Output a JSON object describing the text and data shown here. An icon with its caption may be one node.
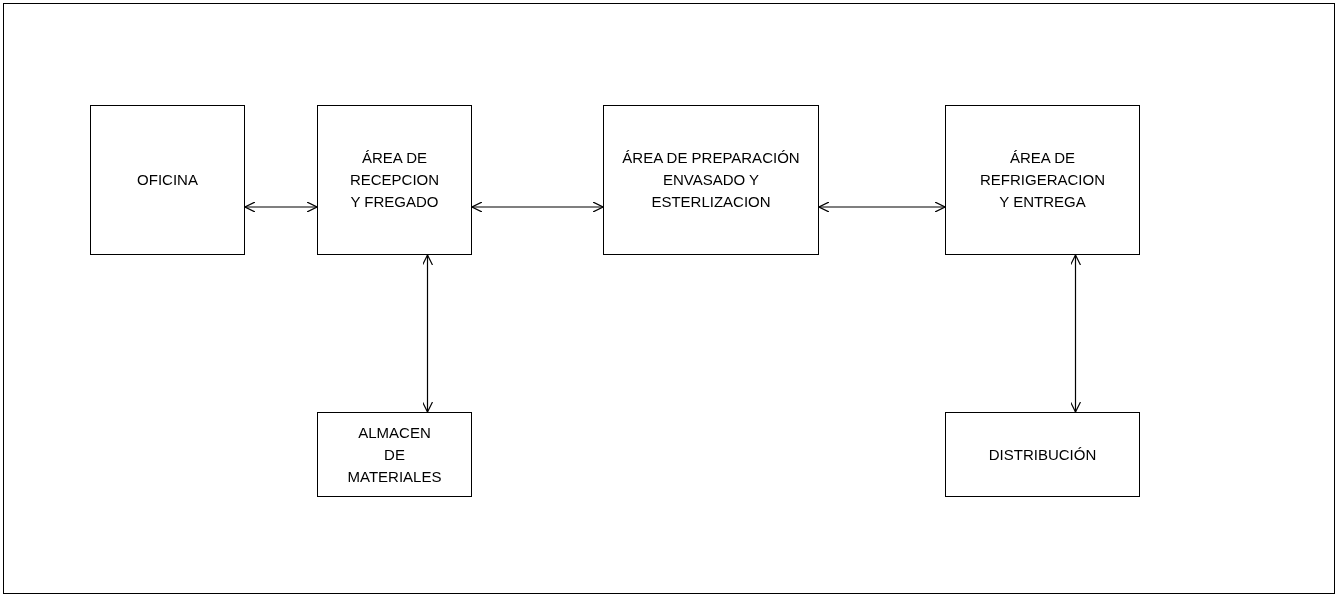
{
  "diagram": {
    "nodes": [
      {
        "text": [
          "OFICINA"
        ]
      },
      {
        "text": [
          "ÁREA DE RECEPCION Y FREGADO"
        ]
      },
      {
        "text": [
          "ÁREA DE PREPARACIÓN ENVASADO Y ESTERLIZACION"
        ]
      },
      {
        "text": [
          "ÁREA DE REFRIGERACION Y ENTREGA"
        ]
      },
      {
        "text": [
          "ALMACEN DE MATERIALES"
        ]
      },
      {
        "text": [
          "DISTRIBUCIÓN"
        ]
      }
    ],
    "edges": [
      {
        "from": 0,
        "to": 1,
        "arrow": "both"
      },
      {
        "from": 1,
        "to": 2,
        "arrow": "both"
      },
      {
        "from": 2,
        "to": 3,
        "arrow": "both"
      },
      {
        "from": 1,
        "to": 4,
        "arrow": "both"
      },
      {
        "from": 3,
        "to": 5,
        "arrow": "both"
      }
    ]
  }
}
